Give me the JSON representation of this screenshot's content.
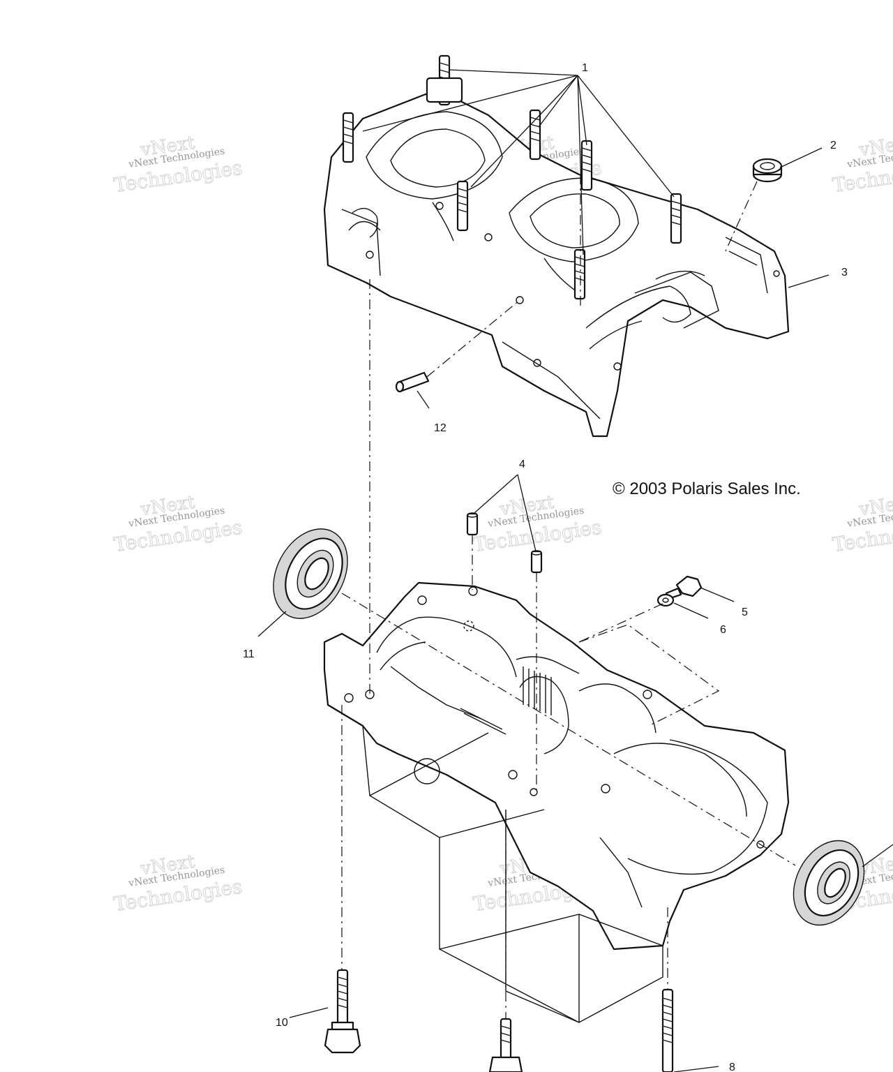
{
  "copyright": "© 2003 Polaris Sales Inc.",
  "watermark": {
    "line1": "vNext Technologies",
    "line2": "vNext",
    "line3": "Technologies"
  },
  "callouts": [
    "1",
    "2",
    "3",
    "4",
    "5",
    "6",
    "8",
    "10",
    "11",
    "12"
  ]
}
